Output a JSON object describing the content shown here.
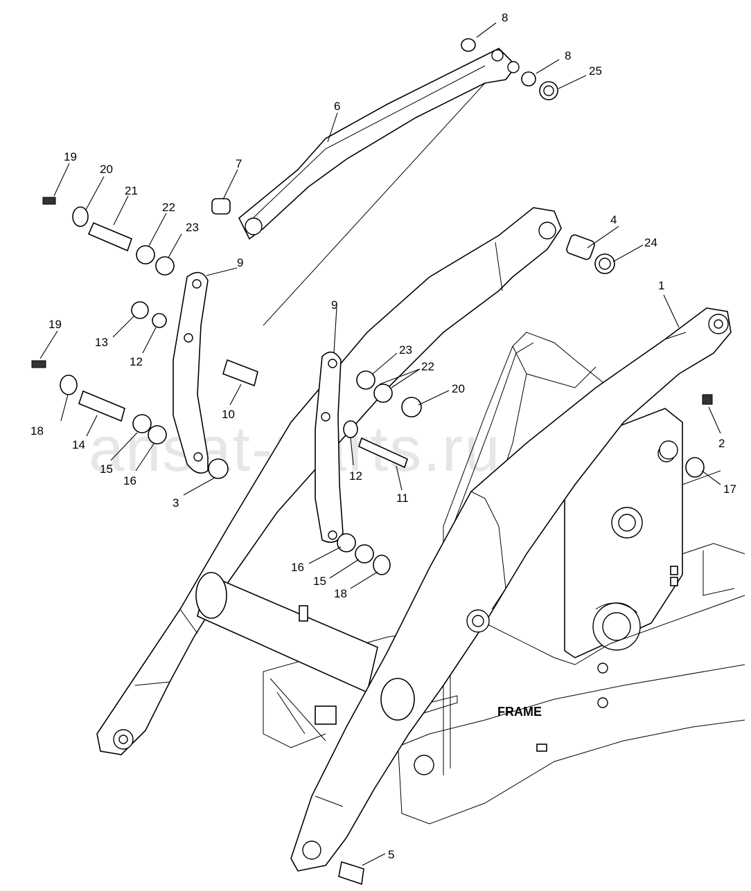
{
  "watermark": "ansat-parts.ru",
  "frame_label": "FRAME",
  "callouts": {
    "c1": "1",
    "c2": "2",
    "c3": "3",
    "c4": "4",
    "c5": "5",
    "c6": "6",
    "c7": "7",
    "c8a": "8",
    "c8b": "8",
    "c9a": "9",
    "c9b": "9",
    "c10": "10",
    "c11": "11",
    "c12a": "12",
    "c12b": "12",
    "c13": "13",
    "c14": "14",
    "c15a": "15",
    "c15b": "15",
    "c16a": "16",
    "c16b": "16",
    "c17": "17",
    "c18a": "18",
    "c18b": "18",
    "c19a": "19",
    "c19b": "19",
    "c20a": "20",
    "c20b": "20",
    "c21": "21",
    "c22a": "22",
    "c22b": "22",
    "c23a": "23",
    "c23b": "23",
    "c24": "24",
    "c25": "25"
  }
}
